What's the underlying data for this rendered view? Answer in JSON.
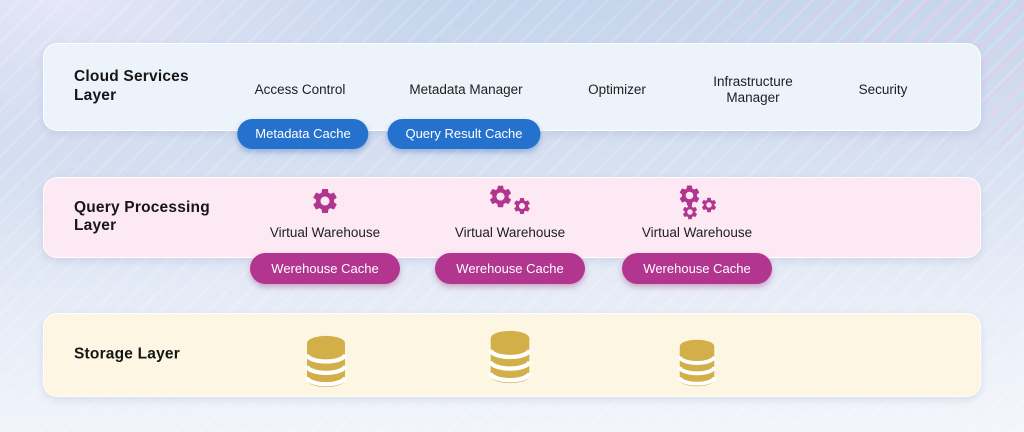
{
  "diagram": {
    "subject": "Snowflake-style data warehouse architecture layers"
  },
  "colors": {
    "accent_blue": "#2472cd",
    "accent_magenta": "#b23590",
    "accent_gold": "#d2af49",
    "panel_cloud": "#edf3fb",
    "panel_query": "#fce9f3",
    "panel_storage": "#fdf6e2",
    "background_top": "#c2d4ec",
    "background_bottom": "#f3f6fb"
  },
  "layers": {
    "cloud_services": {
      "title": "Cloud Services Layer",
      "services": [
        "Access Control",
        "Metadata Manager",
        "Optimizer",
        "Infrastructure Manager",
        "Security"
      ],
      "caches": [
        "Metadata Cache",
        "Query Result Cache"
      ]
    },
    "query_processing": {
      "title": "Query Processing Layer",
      "warehouses": [
        {
          "label": "Virtual Warehouse",
          "cache": "Werehouse Cache",
          "gears": 1
        },
        {
          "label": "Virtual Warehouse",
          "cache": "Werehouse Cache",
          "gears": 2
        },
        {
          "label": "Virtual Warehouse",
          "cache": "Werehouse Cache",
          "gears": 3
        }
      ]
    },
    "storage": {
      "title": "Storage Layer",
      "database_count": 3
    }
  },
  "icons": {
    "warehouse": "gear-icon",
    "storage": "database-icon"
  }
}
